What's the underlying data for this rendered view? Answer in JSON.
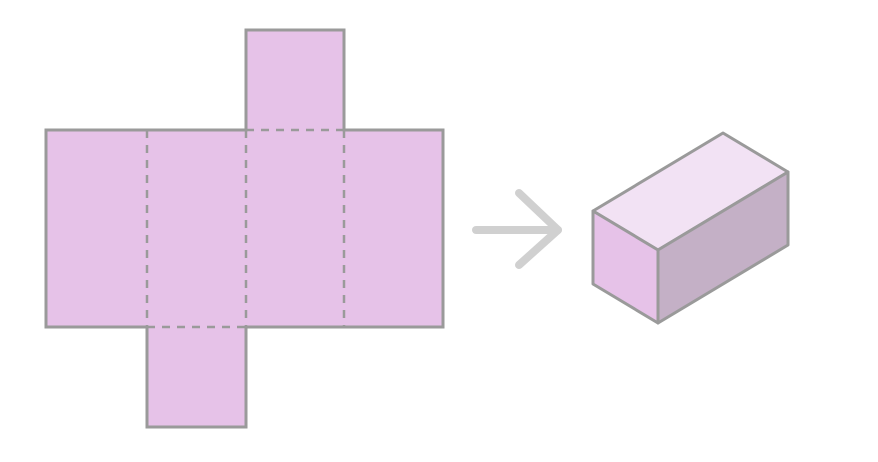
{
  "figure": {
    "kind": "net-to-solid",
    "net_shape": "rectangular cuboid net",
    "solid_shape": "rectangular cuboid"
  },
  "colors": {
    "background": "#ffffff",
    "face_fill": "#e6c2e8",
    "face_top": "#f2e2f4",
    "face_side": "#c4b0c6",
    "outline": "#9a9a9a",
    "fold_line": "#9a9a9a",
    "arrow": "#d0d0d0"
  },
  "icons": {
    "arrow": "right-arrow-icon"
  }
}
